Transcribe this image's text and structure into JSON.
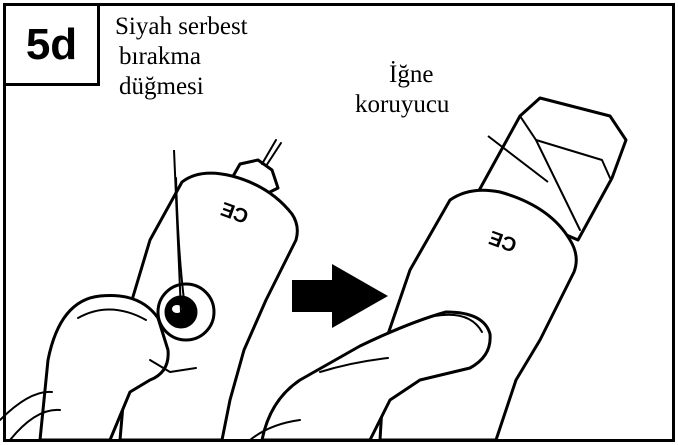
{
  "step": {
    "number": "5d"
  },
  "labels": {
    "release_button": [
      "Siyah serbest",
      "bırakma",
      "düğmesi"
    ],
    "needle_guard": [
      "İğne",
      "koruyucu"
    ]
  },
  "device": {
    "ce_mark": "CE"
  },
  "colors": {
    "ink": "#000000",
    "background": "#ffffff"
  }
}
